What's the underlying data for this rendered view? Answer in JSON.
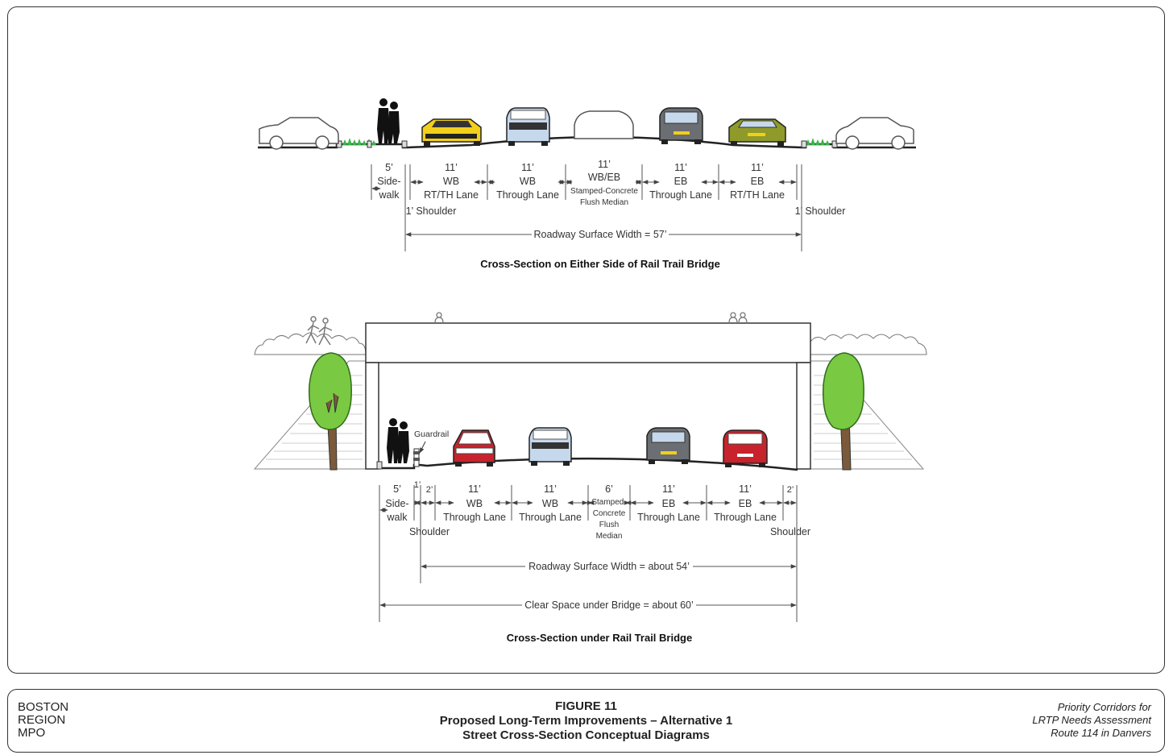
{
  "top": {
    "lanes": [
      {
        "w": "5’",
        "l1": "Side-",
        "l2": "walk",
        "l3": ""
      },
      {
        "w": "11’",
        "l1": "WB",
        "l2": "RT/TH Lane",
        "l3": ""
      },
      {
        "w": "11’",
        "l1": "WB",
        "l2": "Through Lane",
        "l3": ""
      },
      {
        "w": "11’",
        "l1": "WB/EB",
        "l2": "Stamped-Concrete",
        "l3": "Flush Median"
      },
      {
        "w": "11’",
        "l1": "EB",
        "l2": "Through Lane",
        "l3": ""
      },
      {
        "w": "11’",
        "l1": "EB",
        "l2": "RT/TH Lane",
        "l3": ""
      }
    ],
    "shoulder_left": "1’ Shoulder",
    "shoulder_right": "1’ Shoulder",
    "roadway": "Roadway Surface Width = 57’",
    "caption": "Cross-Section on Either Side of Rail Trail Bridge"
  },
  "bottom": {
    "guardrail": "Guardrail",
    "lanes": [
      {
        "w": "5’",
        "l1": "Side-",
        "l2": "walk",
        "l3": "",
        "l4": ""
      },
      {
        "w": "1’",
        "l1": "",
        "l2": "",
        "l3": "",
        "l4": ""
      },
      {
        "w": "2’",
        "l1": "",
        "l2": "",
        "l3": "",
        "l4": ""
      },
      {
        "w": "11’",
        "l1": "WB",
        "l2": "Through Lane",
        "l3": "",
        "l4": ""
      },
      {
        "w": "11’",
        "l1": "WB",
        "l2": "Through Lane",
        "l3": "",
        "l4": ""
      },
      {
        "w": "6’",
        "l1": "Stamped-",
        "l2": "Concrete",
        "l3": "Flush",
        "l4": "Median"
      },
      {
        "w": "11’",
        "l1": "EB",
        "l2": "Through Lane",
        "l3": "",
        "l4": ""
      },
      {
        "w": "11’",
        "l1": "EB",
        "l2": "Through Lane",
        "l3": "",
        "l4": ""
      },
      {
        "w": "2’",
        "l1": "",
        "l2": "",
        "l3": "",
        "l4": ""
      }
    ],
    "shoulder_left": "Shoulder",
    "shoulder_right": "Shoulder",
    "roadway": "Roadway Surface Width = about 54’",
    "clear": "Clear Space under Bridge = about 60’",
    "caption": "Cross-Section under Rail Trail Bridge"
  },
  "footer": {
    "org": [
      "BOSTON",
      "REGION",
      "MPO"
    ],
    "figure": "FIGURE 11",
    "title1": "Proposed Long-Term Improvements – Alternative 1",
    "title2": "Street Cross-Section Conceptual Diagrams",
    "project": [
      "Priority Corridors for",
      "LRTP Needs Assessment",
      "Route 114 in Danvers"
    ]
  },
  "colors": {
    "yellow_car": "#f2cf1a",
    "olive_car": "#8f9a2a",
    "red_car": "#c8232c",
    "blue_car": "#c6d8ec",
    "tree": "#7ac943",
    "grass": "#39b54a"
  }
}
